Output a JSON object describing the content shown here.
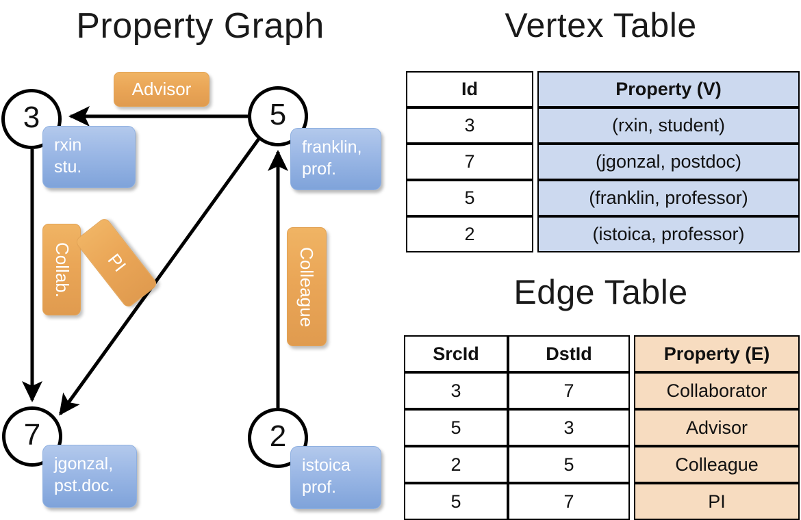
{
  "titles": {
    "property_graph": "Property Graph",
    "vertex_table": "Vertex Table",
    "edge_table": "Edge Table"
  },
  "graph": {
    "nodes": [
      {
        "id": "3",
        "label": "3",
        "property": "rxin\nstu."
      },
      {
        "id": "5",
        "label": "5",
        "property": "franklin,\nprof."
      },
      {
        "id": "7",
        "label": "7",
        "property": "jgonzal,\npst.doc."
      },
      {
        "id": "2",
        "label": "2",
        "property": "istoica\nprof."
      }
    ],
    "edge_labels": {
      "advisor": "Advisor",
      "collab": "Collab.",
      "pi": "PI",
      "colleague": "Colleague"
    },
    "edges": [
      {
        "from": "5",
        "to": "3",
        "label": "Advisor"
      },
      {
        "from": "3",
        "to": "7",
        "label": "Collab."
      },
      {
        "from": "5",
        "to": "7",
        "label": "PI"
      },
      {
        "from": "2",
        "to": "5",
        "label": "Colleague"
      }
    ]
  },
  "vertex_table": {
    "headers": [
      "Id",
      "Property (V)"
    ],
    "rows": [
      {
        "id": "3",
        "property": "(rxin, student)"
      },
      {
        "id": "7",
        "property": "(jgonzal, postdoc)"
      },
      {
        "id": "5",
        "property": "(franklin, professor)"
      },
      {
        "id": "2",
        "property": "(istoica, professor)"
      }
    ]
  },
  "edge_table": {
    "headers": [
      "SrcId",
      "DstId",
      "Property (E)"
    ],
    "rows": [
      {
        "src": "3",
        "dst": "7",
        "property": "Collaborator"
      },
      {
        "src": "5",
        "dst": "3",
        "property": "Advisor"
      },
      {
        "src": "2",
        "dst": "5",
        "property": "Colleague"
      },
      {
        "src": "5",
        "dst": "7",
        "property": "PI"
      }
    ]
  },
  "colors": {
    "vertex_fill": "#ccd9ef",
    "edge_fill": "#f7dcc0",
    "node_property_box": "#9db9e6",
    "edge_label_box": "#eaa657",
    "stroke": "#000000",
    "background": "#ffffff"
  }
}
